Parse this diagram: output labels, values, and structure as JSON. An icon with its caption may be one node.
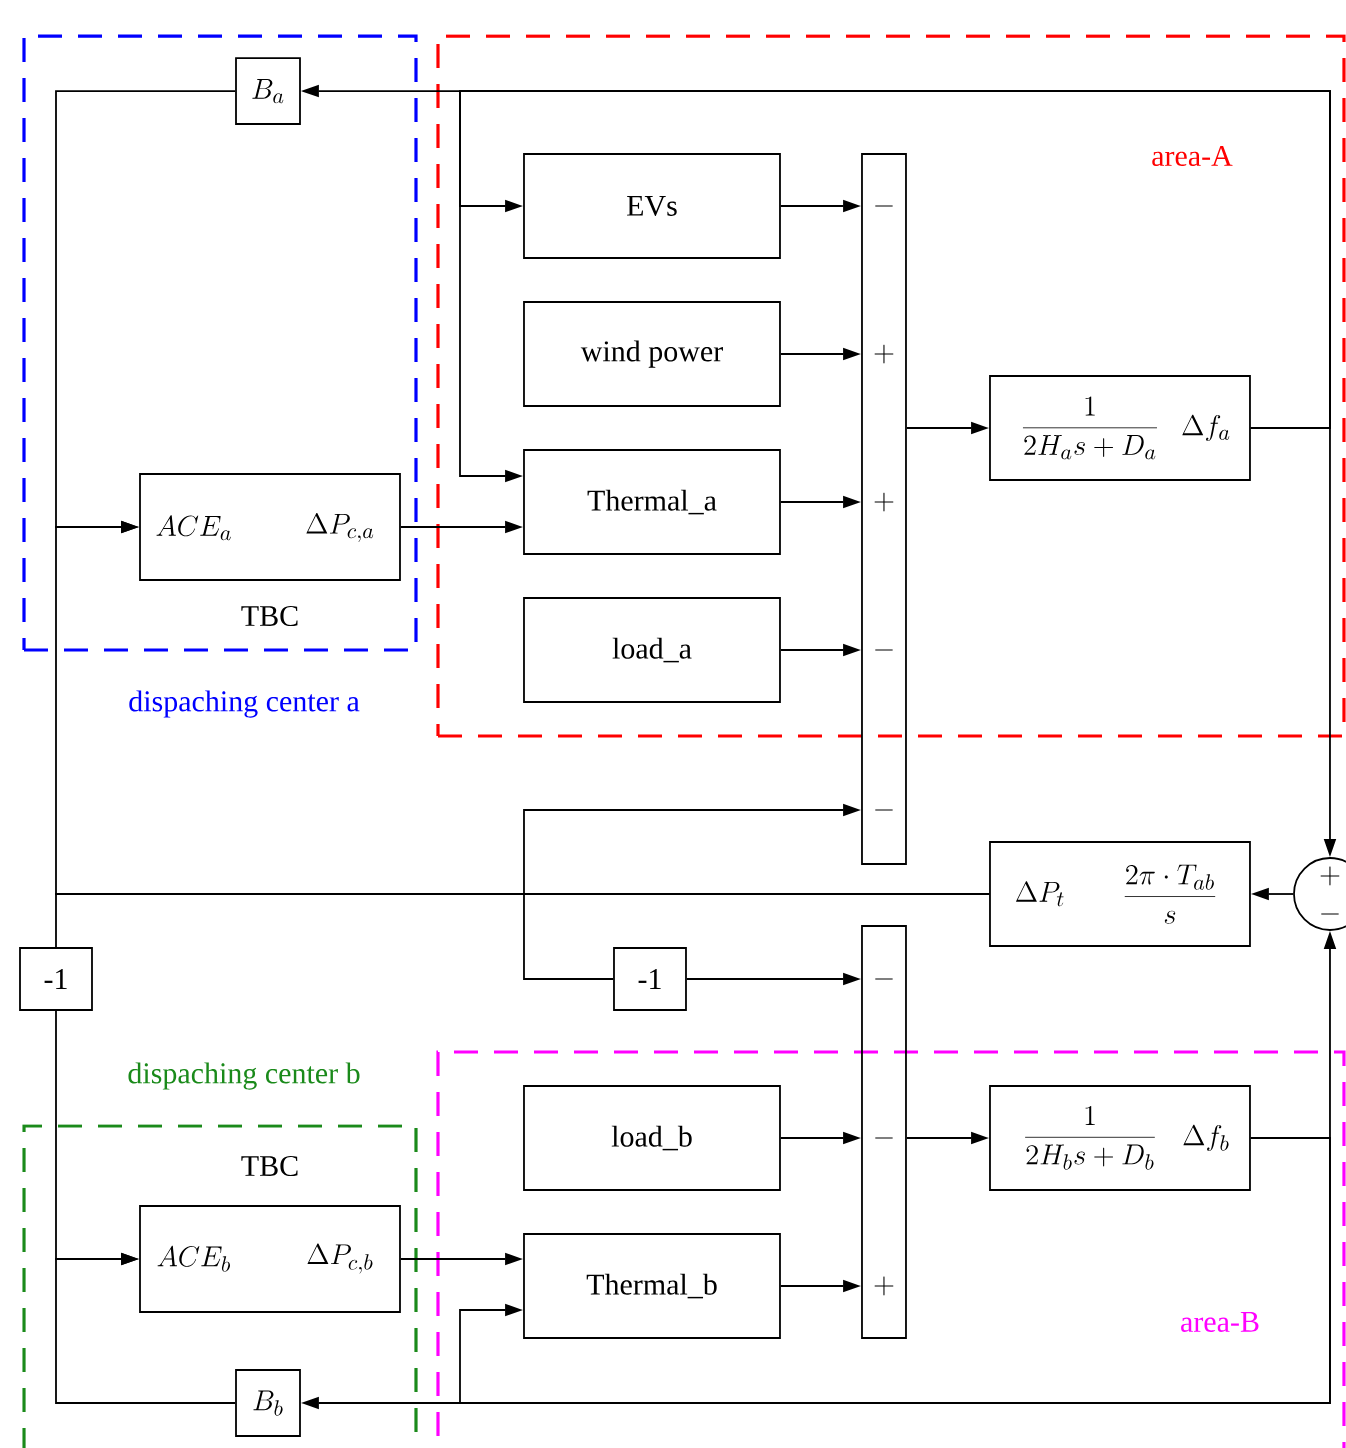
{
  "diagram": {
    "nodes": [
      {
        "text": [
          "area-A"
        ]
      },
      {
        "text": [
          "dispaching center a"
        ]
      },
      {
        "text": [
          "area-B"
        ]
      },
      {
        "text": [
          "dispaching center b"
        ]
      },
      {
        "text": [
          "ACE_a",
          "\\Delta P_{c,a}",
          "TBC"
        ],
        "in": 1
      },
      {
        "text": [
          "B_a"
        ],
        "in": 1
      },
      {
        "text": [
          "EVs"
        ],
        "in": 0
      },
      {
        "text": [
          "wind power"
        ],
        "in": 0
      },
      {
        "text": [
          "Thermal_a"
        ],
        "in": 0
      },
      {
        "text": [
          "load_a"
        ],
        "in": 0
      },
      {
        "text": [
          "-",
          "+",
          "+",
          "-",
          "-"
        ]
      },
      {
        "text": [
          "\\frac{1}{2H_a s+D_a}",
          "\\Delta f_a"
        ],
        "in": 0
      },
      {
        "text": [
          "\\Delta P_t",
          "\\frac{2\\pi\\cdot T_{ab}}{s}"
        ]
      },
      {
        "text": [
          "+",
          "-"
        ]
      },
      {
        "text": [
          "-1"
        ]
      },
      {
        "text": [
          "-1"
        ]
      },
      {
        "text": [
          "-",
          "-",
          "+"
        ]
      },
      {
        "text": [
          "load_b"
        ],
        "in": 2
      },
      {
        "text": [
          "Thermal_b"
        ],
        "in": 2
      },
      {
        "text": [
          "\\frac{1}{2H_b s+D_b}",
          "\\Delta f_b"
        ],
        "in": 2
      },
      {
        "text": [
          "ACE_b",
          "\\Delta P_{c,b}",
          "TBC"
        ],
        "in": 3
      },
      {
        "text": [
          "B_b"
        ],
        "in": 3
      }
    ],
    "edges": [
      {
        "from": 11,
        "to": 5,
        "arrow": "to"
      },
      {
        "from": 11,
        "to": 6,
        "arrow": "to"
      },
      {
        "from": 11,
        "to": 8,
        "arrow": "to"
      },
      {
        "from": 11,
        "to": 13,
        "arrow": "to"
      },
      {
        "from": 5,
        "to": 4,
        "arrow": "to"
      },
      {
        "from": 12,
        "to": 4,
        "arrow": "to"
      },
      {
        "from": 12,
        "to": 10,
        "arrow": "to"
      },
      {
        "from": 12,
        "to": 15,
        "arrow": "none"
      },
      {
        "from": 15,
        "to": 16,
        "arrow": "to"
      },
      {
        "from": 12,
        "to": 14,
        "arrow": "none"
      },
      {
        "from": 14,
        "to": 20,
        "arrow": "to"
      },
      {
        "from": 4,
        "to": 8,
        "arrow": "to"
      },
      {
        "from": 6,
        "to": 10,
        "arrow": "to"
      },
      {
        "from": 7,
        "to": 10,
        "arrow": "to"
      },
      {
        "from": 8,
        "to": 10,
        "arrow": "to"
      },
      {
        "from": 9,
        "to": 10,
        "arrow": "to"
      },
      {
        "from": 10,
        "to": 11,
        "arrow": "to"
      },
      {
        "from": 13,
        "to": 12,
        "arrow": "to"
      },
      {
        "from": 16,
        "to": 19,
        "arrow": "to"
      },
      {
        "from": 17,
        "to": 16,
        "arrow": "to"
      },
      {
        "from": 18,
        "to": 16,
        "arrow": "to"
      },
      {
        "from": 19,
        "to": 13,
        "arrow": "to"
      },
      {
        "from": 19,
        "to": 21,
        "arrow": "to"
      },
      {
        "from": 19,
        "to": 18,
        "arrow": "to"
      },
      {
        "from": 21,
        "to": 20,
        "arrow": "to"
      },
      {
        "from": 20,
        "to": 18,
        "arrow": "to"
      }
    ]
  }
}
